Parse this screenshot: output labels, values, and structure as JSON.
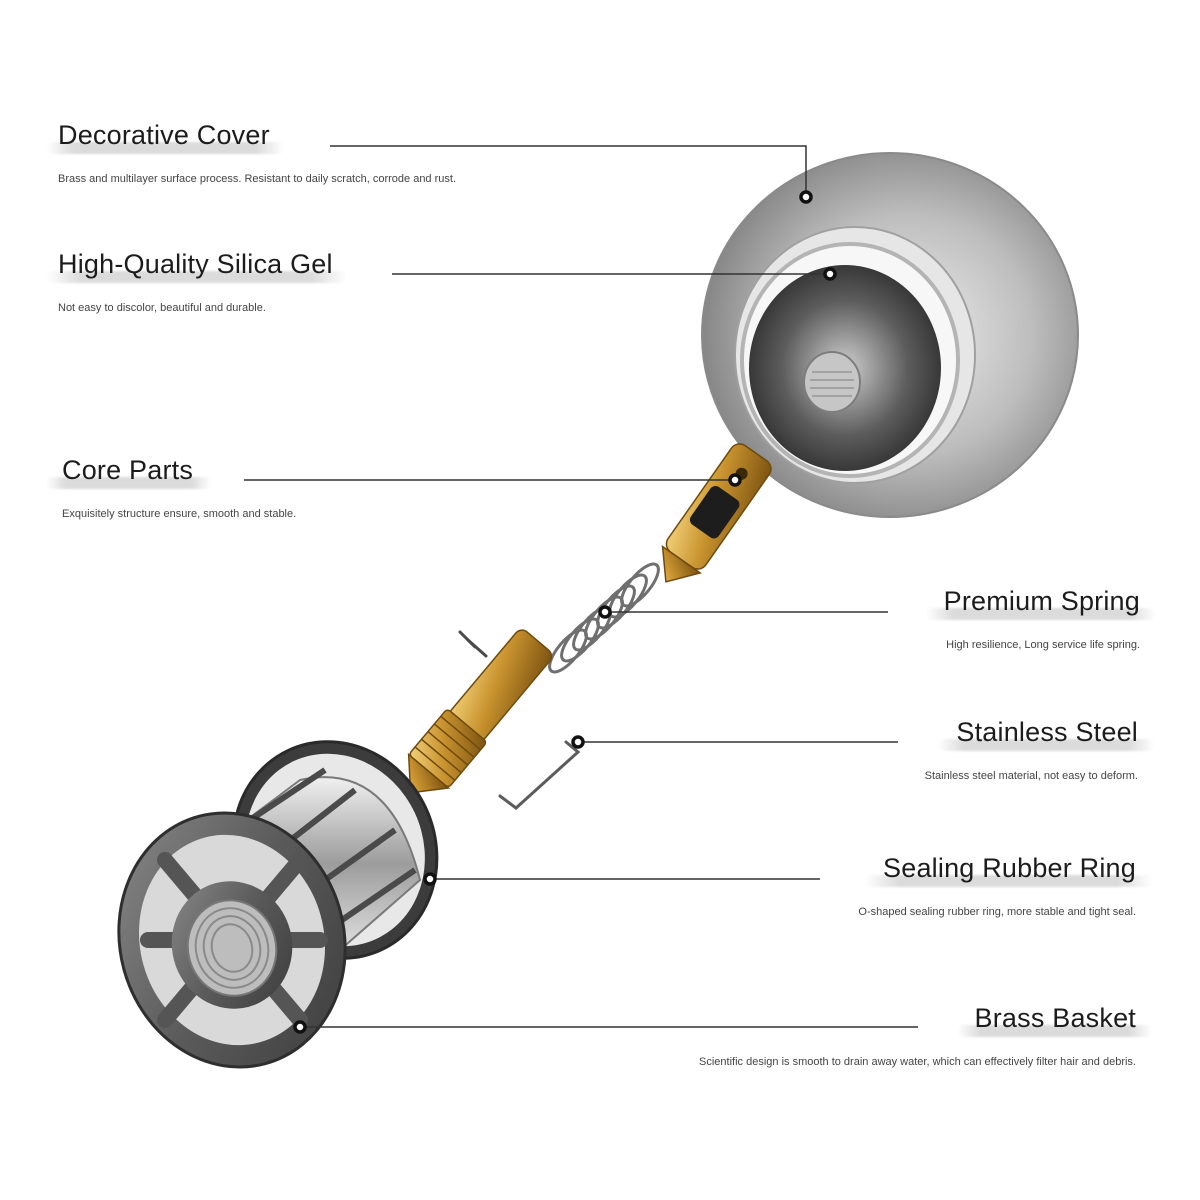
{
  "callouts": {
    "decorative_cover": {
      "title": "Decorative Cover",
      "desc": "Brass and multilayer surface process. Resistant to daily scratch, corrode and rust."
    },
    "silica_gel": {
      "title": "High-Quality Silica Gel",
      "desc": "Not easy to discolor, beautiful and durable."
    },
    "core_parts": {
      "title": "Core Parts",
      "desc": "Exquisitely structure ensure, smooth and stable."
    },
    "premium_spring": {
      "title": "Premium Spring",
      "desc": "High resilience, Long service life spring."
    },
    "stainless_steel": {
      "title": "Stainless Steel",
      "desc": "Stainless steel material, not easy to deform."
    },
    "sealing_ring": {
      "title": "Sealing Rubber Ring",
      "desc": "O-shaped sealing rubber ring, more stable and tight seal."
    },
    "brass_basket": {
      "title": "Brass Basket",
      "desc": "Scientific design is smooth to drain away water, which can effectively filter hair and debris."
    }
  },
  "colors": {
    "line": "#333333",
    "brass": "#c8922e",
    "steel": "#9a9a9a",
    "dark_grey": "#555555"
  }
}
